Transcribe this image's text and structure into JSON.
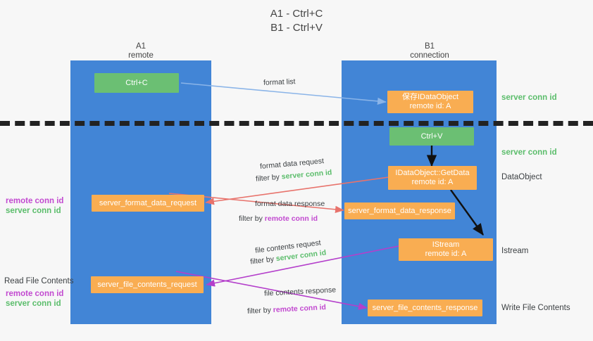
{
  "title": {
    "line1": "A1 - Ctrl+C",
    "line2": "B1 - Ctrl+V"
  },
  "columns": [
    {
      "name": "A1",
      "sub": "remote"
    },
    {
      "name": "B1",
      "sub": "connection"
    }
  ],
  "boxes": [
    {
      "id": "ctrl-c",
      "line1": "Ctrl+C",
      "line2": "",
      "color": "green"
    },
    {
      "id": "save-idataobject",
      "line1": "保存IDataObject",
      "line2": "remote id: A",
      "color": "orange"
    },
    {
      "id": "ctrl-v",
      "line1": "Ctrl+V",
      "line2": "",
      "color": "green"
    },
    {
      "id": "idataobject-getdata",
      "line1": "IDataObject::GetData",
      "line2": "remote id: A",
      "color": "orange"
    },
    {
      "id": "server-format-data-request",
      "line1": "server_format_data_request",
      "line2": "",
      "color": "orange"
    },
    {
      "id": "server-format-data-response",
      "line1": "server_format_data_response",
      "line2": "",
      "color": "orange"
    },
    {
      "id": "istream",
      "line1": "IStream",
      "line2": "remote id: A",
      "color": "orange"
    },
    {
      "id": "server-file-contents-request",
      "line1": "server_file_contents_request",
      "line2": "",
      "color": "orange"
    },
    {
      "id": "server-file-contents-response",
      "line1": "server_file_contents_response",
      "line2": "",
      "color": "orange"
    }
  ],
  "edge_labels": {
    "format_list": "format list",
    "format_data_request": "format data request",
    "format_data_request_filter_pre": "filter by ",
    "format_data_request_filter_key": "server conn id",
    "format_data_response": "format data response",
    "format_data_response_filter_pre": "filter by ",
    "format_data_response_filter_key": "remote conn id",
    "file_contents_request": "file contents request",
    "file_contents_request_filter_pre": "filter by ",
    "file_contents_request_filter_key": "server conn id",
    "file_contents_response": "file contents response",
    "file_contents_response_filter_pre": "filter by ",
    "file_contents_response_filter_key": "remote conn id"
  },
  "right_labels": [
    {
      "id": "server-conn-id-top",
      "text": "server conn id",
      "style": "green"
    },
    {
      "id": "server-conn-id-second",
      "text": "server conn id",
      "style": "green"
    },
    {
      "id": "dataobject",
      "text": "DataObject",
      "style": "plain"
    },
    {
      "id": "istream-label",
      "text": "Istream",
      "style": "plain"
    },
    {
      "id": "write-file-contents",
      "text": "Write File Contents",
      "style": "plain"
    }
  ],
  "left_labels": [
    {
      "id": "remote-conn-id-mid",
      "text": "remote conn id",
      "style": "purple"
    },
    {
      "id": "server-conn-id-mid",
      "text": "server conn id",
      "style": "green"
    },
    {
      "id": "read-file-contents",
      "text": "Read File Contents",
      "style": "plain"
    },
    {
      "id": "remote-conn-id-low",
      "text": "remote conn id",
      "style": "purple"
    },
    {
      "id": "server-conn-id-low",
      "text": "server conn id",
      "style": "green"
    }
  ],
  "colors": {
    "lane": "#4285d6",
    "green_box": "#6bbf73",
    "orange_box": "#f9ad52",
    "green_text": "#5bbd6b",
    "purple_text": "#c24ad0",
    "arrow_blue": "#8ab4e8",
    "arrow_red": "#e8736c",
    "arrow_purple": "#b43fcb",
    "arrow_black": "#111111",
    "divider": "#222222",
    "background": "#f7f7f7"
  }
}
